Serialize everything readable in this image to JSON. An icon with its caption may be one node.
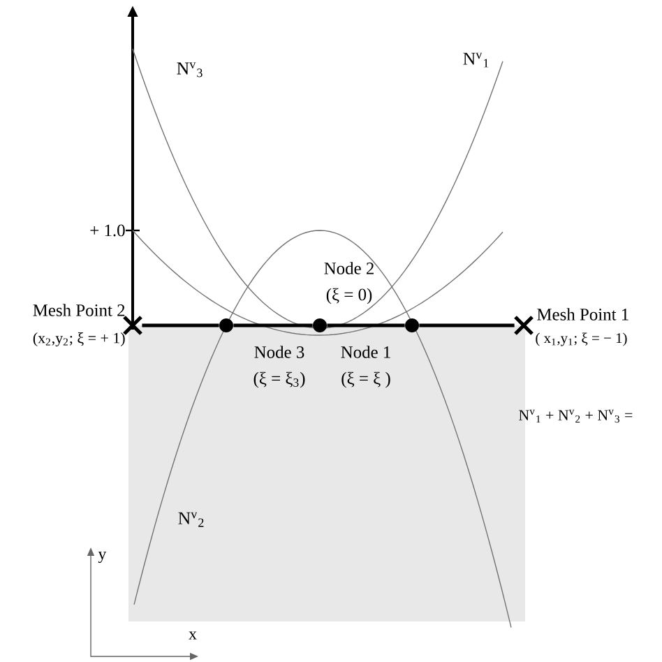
{
  "diagram": {
    "nodes": [
      {
        "text": [],
        "shape": "cross",
        "beside": [
          "Mesh Point 2",
          "(x$_{2}$,y$_{2}$; ξ = + 1)"
        ]
      },
      {
        "text": [],
        "shape": "circle",
        "beside": [
          "Node 3",
          "(ξ = ξ$_{3}$)"
        ]
      },
      {
        "text": [],
        "shape": "circle",
        "beside": [
          "Node 2",
          "(ξ = 0)"
        ]
      },
      {
        "text": [],
        "shape": "circle",
        "beside": [
          "Node 1",
          "(ξ = ξ )"
        ]
      },
      {
        "text": [],
        "shape": "cross",
        "beside": [
          "Mesh Point 1",
          "( x$_{1}$,y$_{1}$; ξ = − 1)"
        ]
      }
    ],
    "edges": [
      {
        "from": 0,
        "to": 1,
        "arrow": "none"
      },
      {
        "from": 1,
        "to": 2,
        "arrow": "none"
      },
      {
        "from": 2,
        "to": 3,
        "arrow": "none"
      },
      {
        "from": 3,
        "to": 4,
        "arrow": "none"
      }
    ],
    "labels": [
      "N$^{v}$$_{3}$",
      "N$^{v}$$_{1}$",
      "+ 1.0",
      "N$^{v}$$_{1}$ + N$^{v}$$_{2}$ + N$^{v}$$_{3}$ =",
      "N$^{v}$$_{2}$",
      "y",
      "x"
    ]
  }
}
